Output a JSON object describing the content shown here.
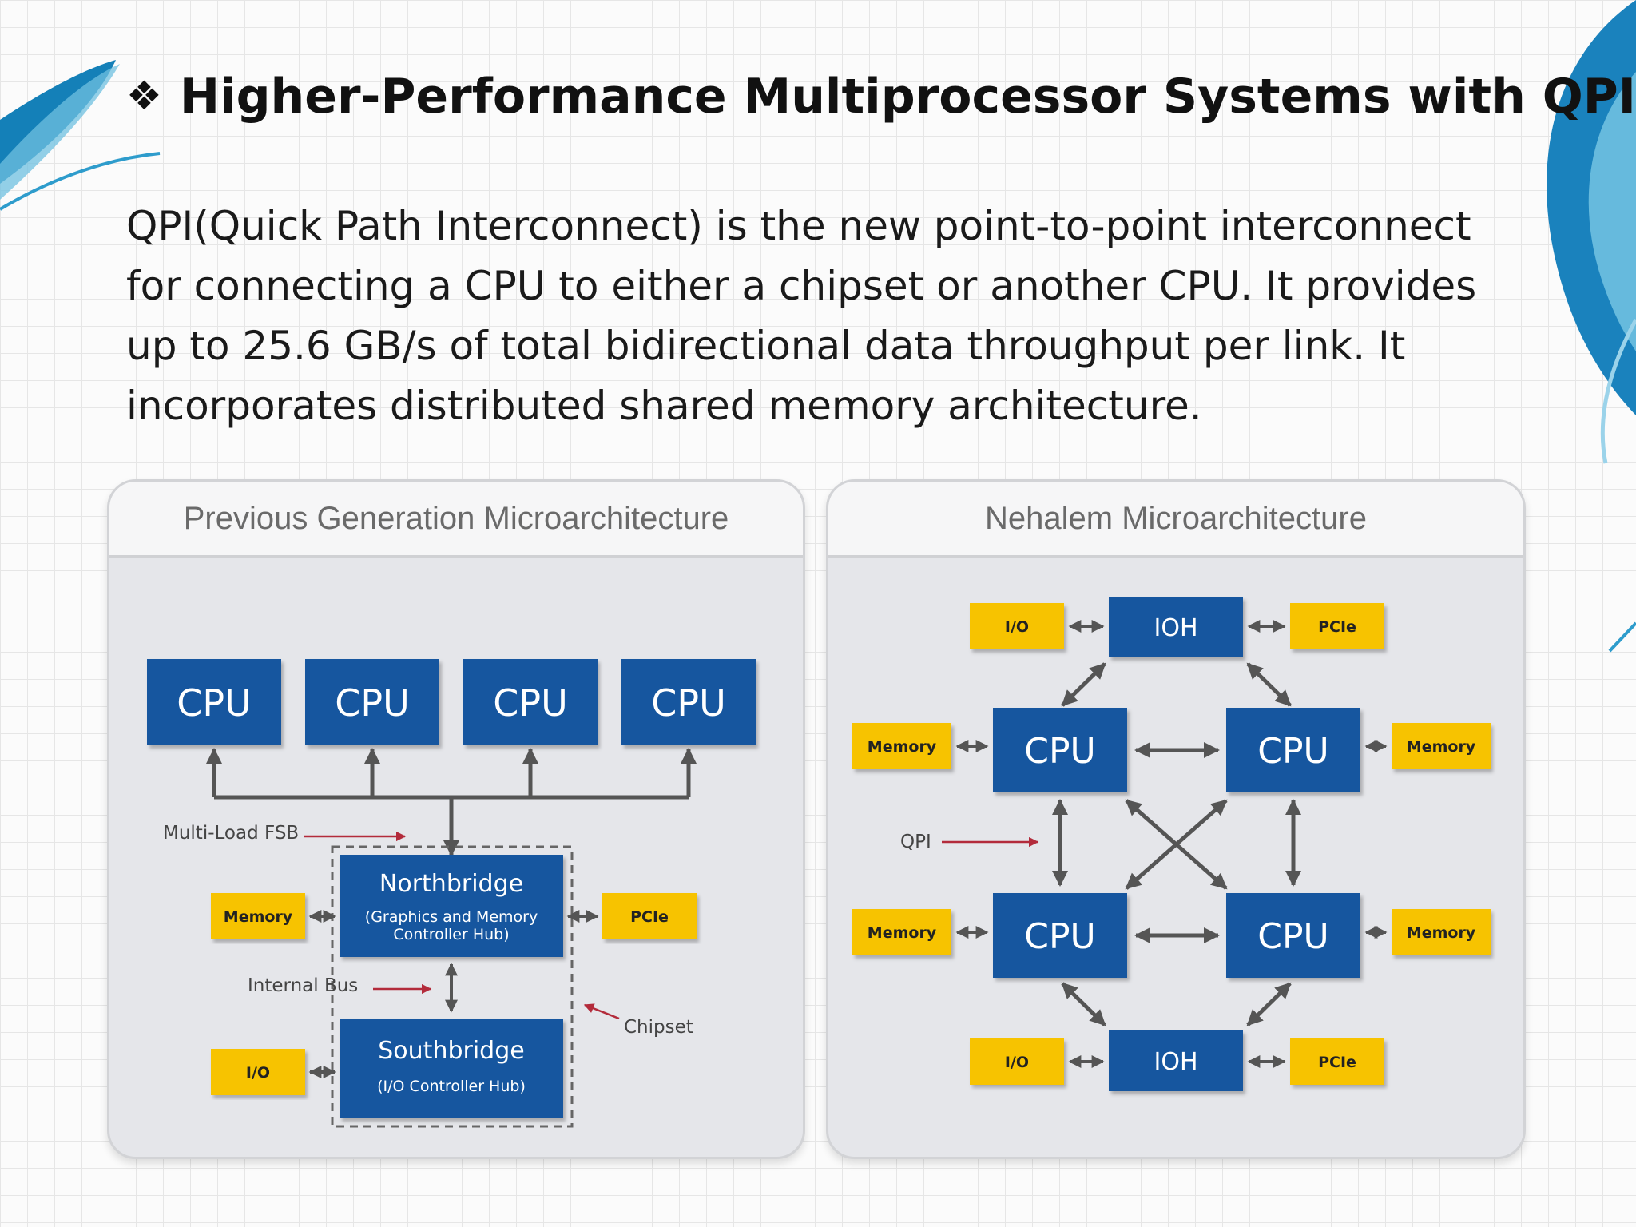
{
  "slide": {
    "bullet": "❖",
    "title": "Higher-Performance Multiprocessor Systems with QPI-",
    "body": "QPI(Quick Path Interconnect) is the new point-to-point interconnect for connecting a CPU to either a chipset or another CPU. It provides up to 25.6 GB/s of total bidirectional data throughput per link. It incorporates distributed shared memory architecture."
  },
  "left_diagram": {
    "header": "Previous Generation Microarchitecture",
    "cpu_labels": [
      "CPU",
      "CPU",
      "CPU",
      "CPU"
    ],
    "fsb_label": "Multi-Load FSB",
    "northbridge": {
      "title": "Northbridge",
      "sub1": "(Graphics and Memory",
      "sub2": "Controller Hub)"
    },
    "southbridge": {
      "title": "Southbridge",
      "sub1": "(I/O Controller Hub)"
    },
    "memory_label": "Memory",
    "pcie_label": "PCIe",
    "io_label": "I/O",
    "internal_bus_label": "Internal Bus",
    "chipset_label": "Chipset"
  },
  "right_diagram": {
    "header": "Nehalem Microarchitecture",
    "ioh_top": "IOH",
    "ioh_bottom": "IOH",
    "cpu_labels": [
      "CPU",
      "CPU",
      "CPU",
      "CPU"
    ],
    "io_top": "I/O",
    "pcie_top": "PCIe",
    "io_bottom": "I/O",
    "pcie_bottom": "PCIe",
    "memory_labels": [
      "Memory",
      "Memory",
      "Memory",
      "Memory"
    ],
    "qpi_label": "QPI"
  },
  "colors": {
    "cpu_blue": "#14579f",
    "accent_yellow": "#f7c300",
    "arrow_gray": "#555555",
    "arrow_red": "#b32b3b"
  }
}
